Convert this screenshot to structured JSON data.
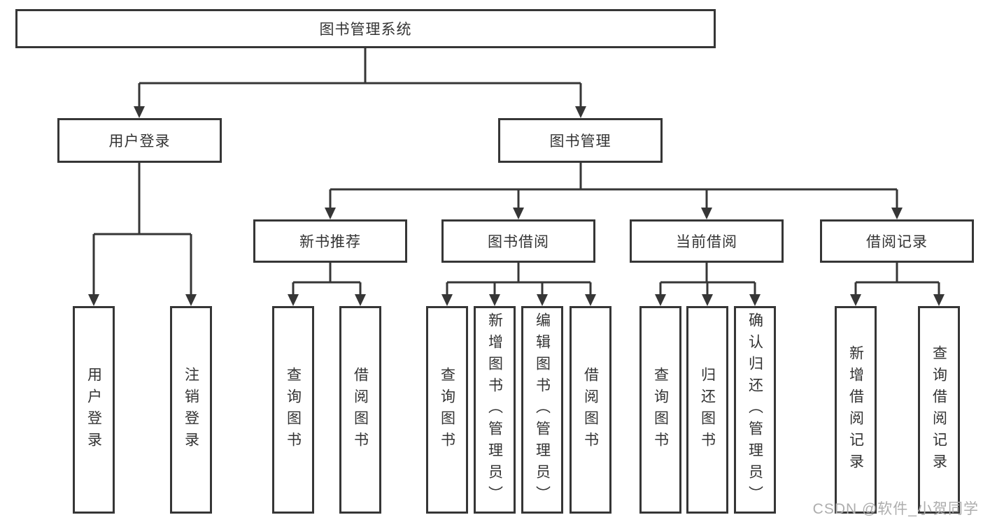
{
  "diagram_title": "图书管理系统",
  "nodes": {
    "root": "图书管理系统",
    "user_login": "用户登录",
    "book_mgmt": "图书管理",
    "new_book_rec": "新书推荐",
    "book_borrow": "图书借阅",
    "current_borrow": "当前借阅",
    "borrow_records": "借阅记录",
    "leaf_user_login": "用户登录",
    "leaf_logout": "注销登录",
    "leaf_nbr_query": "查询图书",
    "leaf_nbr_borrow": "借阅图书",
    "leaf_bb_query": "查询图书",
    "leaf_bb_add": "新增图书（管理员）",
    "leaf_bb_edit": "编辑图书（管理员）",
    "leaf_bb_borrow": "借阅图书",
    "leaf_cb_query": "查询图书",
    "leaf_cb_return": "归还图书",
    "leaf_cb_confirm": "确认归还（管理员）",
    "leaf_br_add": "新增借阅记录",
    "leaf_br_query": "查询借阅记录"
  },
  "hierarchy": {
    "root": [
      "user_login",
      "book_mgmt"
    ],
    "user_login": [
      "leaf_user_login",
      "leaf_logout"
    ],
    "book_mgmt": [
      "new_book_rec",
      "book_borrow",
      "current_borrow",
      "borrow_records"
    ],
    "new_book_rec": [
      "leaf_nbr_query",
      "leaf_nbr_borrow"
    ],
    "book_borrow": [
      "leaf_bb_query",
      "leaf_bb_add",
      "leaf_bb_edit",
      "leaf_bb_borrow"
    ],
    "current_borrow": [
      "leaf_cb_query",
      "leaf_cb_return",
      "leaf_cb_confirm"
    ],
    "borrow_records": [
      "leaf_br_add",
      "leaf_br_query"
    ]
  },
  "watermark": "CSDN @软件_小贺同学",
  "colors": {
    "line": "#363636",
    "text": "#333333",
    "watermark": "#adadad",
    "background": "#ffffff"
  }
}
